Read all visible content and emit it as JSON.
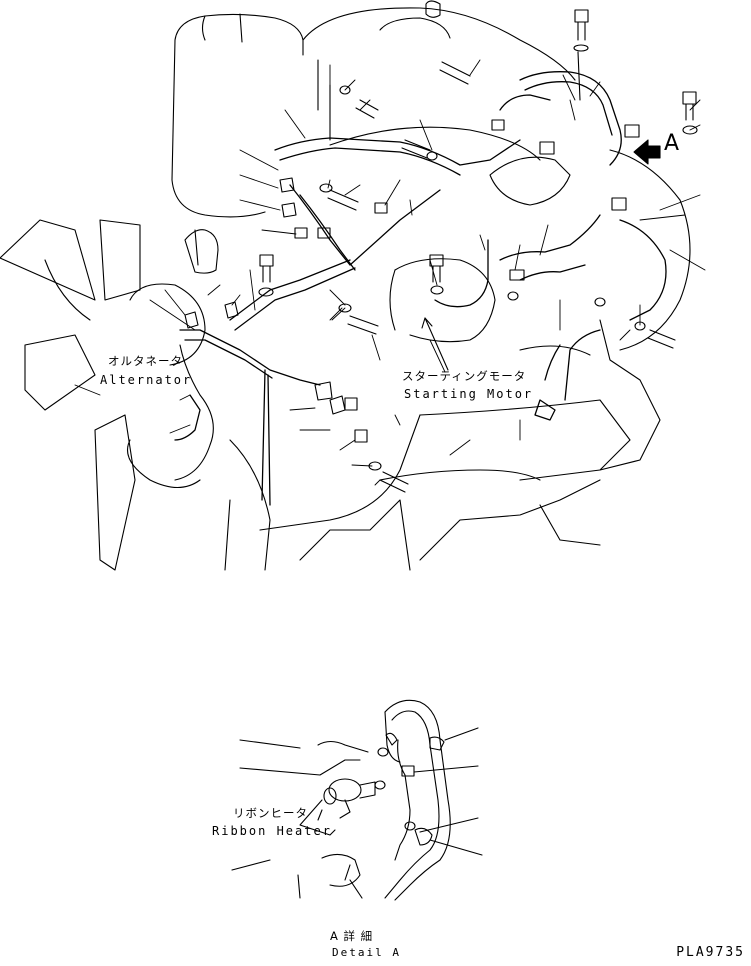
{
  "labels": {
    "alternator_jp": "オルタネータ",
    "alternator_en": "Alternator",
    "starting_motor_jp": "スターティングモータ",
    "starting_motor_en": "Starting Motor",
    "ribbon_heater_jp": "リボンヒータ",
    "ribbon_heater_en": "Ribbon Heater",
    "detail_jp": "A 詳 細",
    "detail_en": "Detail A",
    "view_marker": "A"
  },
  "drawing_code": "PLA9735",
  "colors": {
    "ink": "#000000",
    "paper": "#ffffff"
  },
  "icons": [
    "view-arrow-icon",
    "bolt-icon",
    "washer-icon",
    "clamp-icon"
  ]
}
